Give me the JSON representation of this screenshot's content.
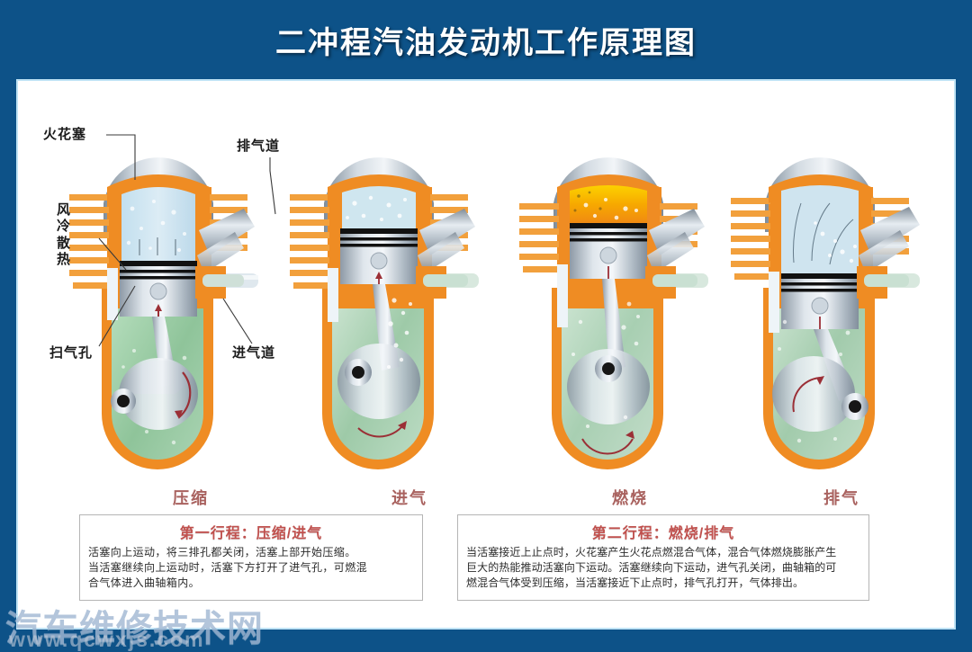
{
  "header": {
    "title": "二冲程汽油发动机工作原理图",
    "bar_color": "#0d5288",
    "title_color": "#ffffff"
  },
  "panel": {
    "background": "#ffffff",
    "border_color": "#bfe3f5"
  },
  "callouts": [
    {
      "id": "spark-plug",
      "label": "火花塞"
    },
    {
      "id": "exhaust-port",
      "label": "排气道"
    },
    {
      "id": "air-cooling",
      "label": "风冷散热"
    },
    {
      "id": "scavenge-port",
      "label": "扫气孔"
    },
    {
      "id": "intake-port",
      "label": "进气道"
    }
  ],
  "stages": [
    {
      "id": "compression",
      "label": "压缩"
    },
    {
      "id": "intake",
      "label": "进气"
    },
    {
      "id": "combustion",
      "label": "燃烧"
    },
    {
      "id": "exhaust",
      "label": "排气"
    }
  ],
  "captions": [
    {
      "id": "stroke-one",
      "heading": "第一行程：压缩/进气",
      "lines": [
        "活塞向上运动，将三排孔都关闭，活塞上部开始压缩。",
        "当活塞继续向上运动时，活塞下方打开了进气孔，可燃混",
        "合气体进入曲轴箱内。"
      ]
    },
    {
      "id": "stroke-two",
      "heading": "第二行程：燃烧/排气",
      "lines": [
        "当活塞接近上止点时，火花塞产生火花点燃混合气体，混合气体燃烧膨胀产生",
        "巨大的热能推动活塞向下运动。活塞继续向下运动，进气孔关闭，曲轴箱的可",
        "燃混合气体受到压缩，当活塞接近下止点时，排气孔打开，气体排出。"
      ]
    }
  ],
  "watermark": {
    "chinese": "汽车维修技术网",
    "url": "www.qcwxjs.com"
  },
  "colors": {
    "frame_blue": "#0d5288",
    "cylinder_orange": "#ef8c23",
    "fin_orange": "#f2a03c",
    "metal_light": "#e8ecf0",
    "metal_mid": "#b9c3cc",
    "metal_dark": "#8b98a4",
    "charge_blue": "#cfe7f2",
    "mixture_green": "#a8cfae",
    "flame_orange": "#f5a700",
    "flame_yellow": "#fcd200",
    "arrow_red": "#9b2f36",
    "stage_label": "#a9625f",
    "caption_heading": "#c0504d",
    "spark_yellow": "#e8d27a"
  }
}
